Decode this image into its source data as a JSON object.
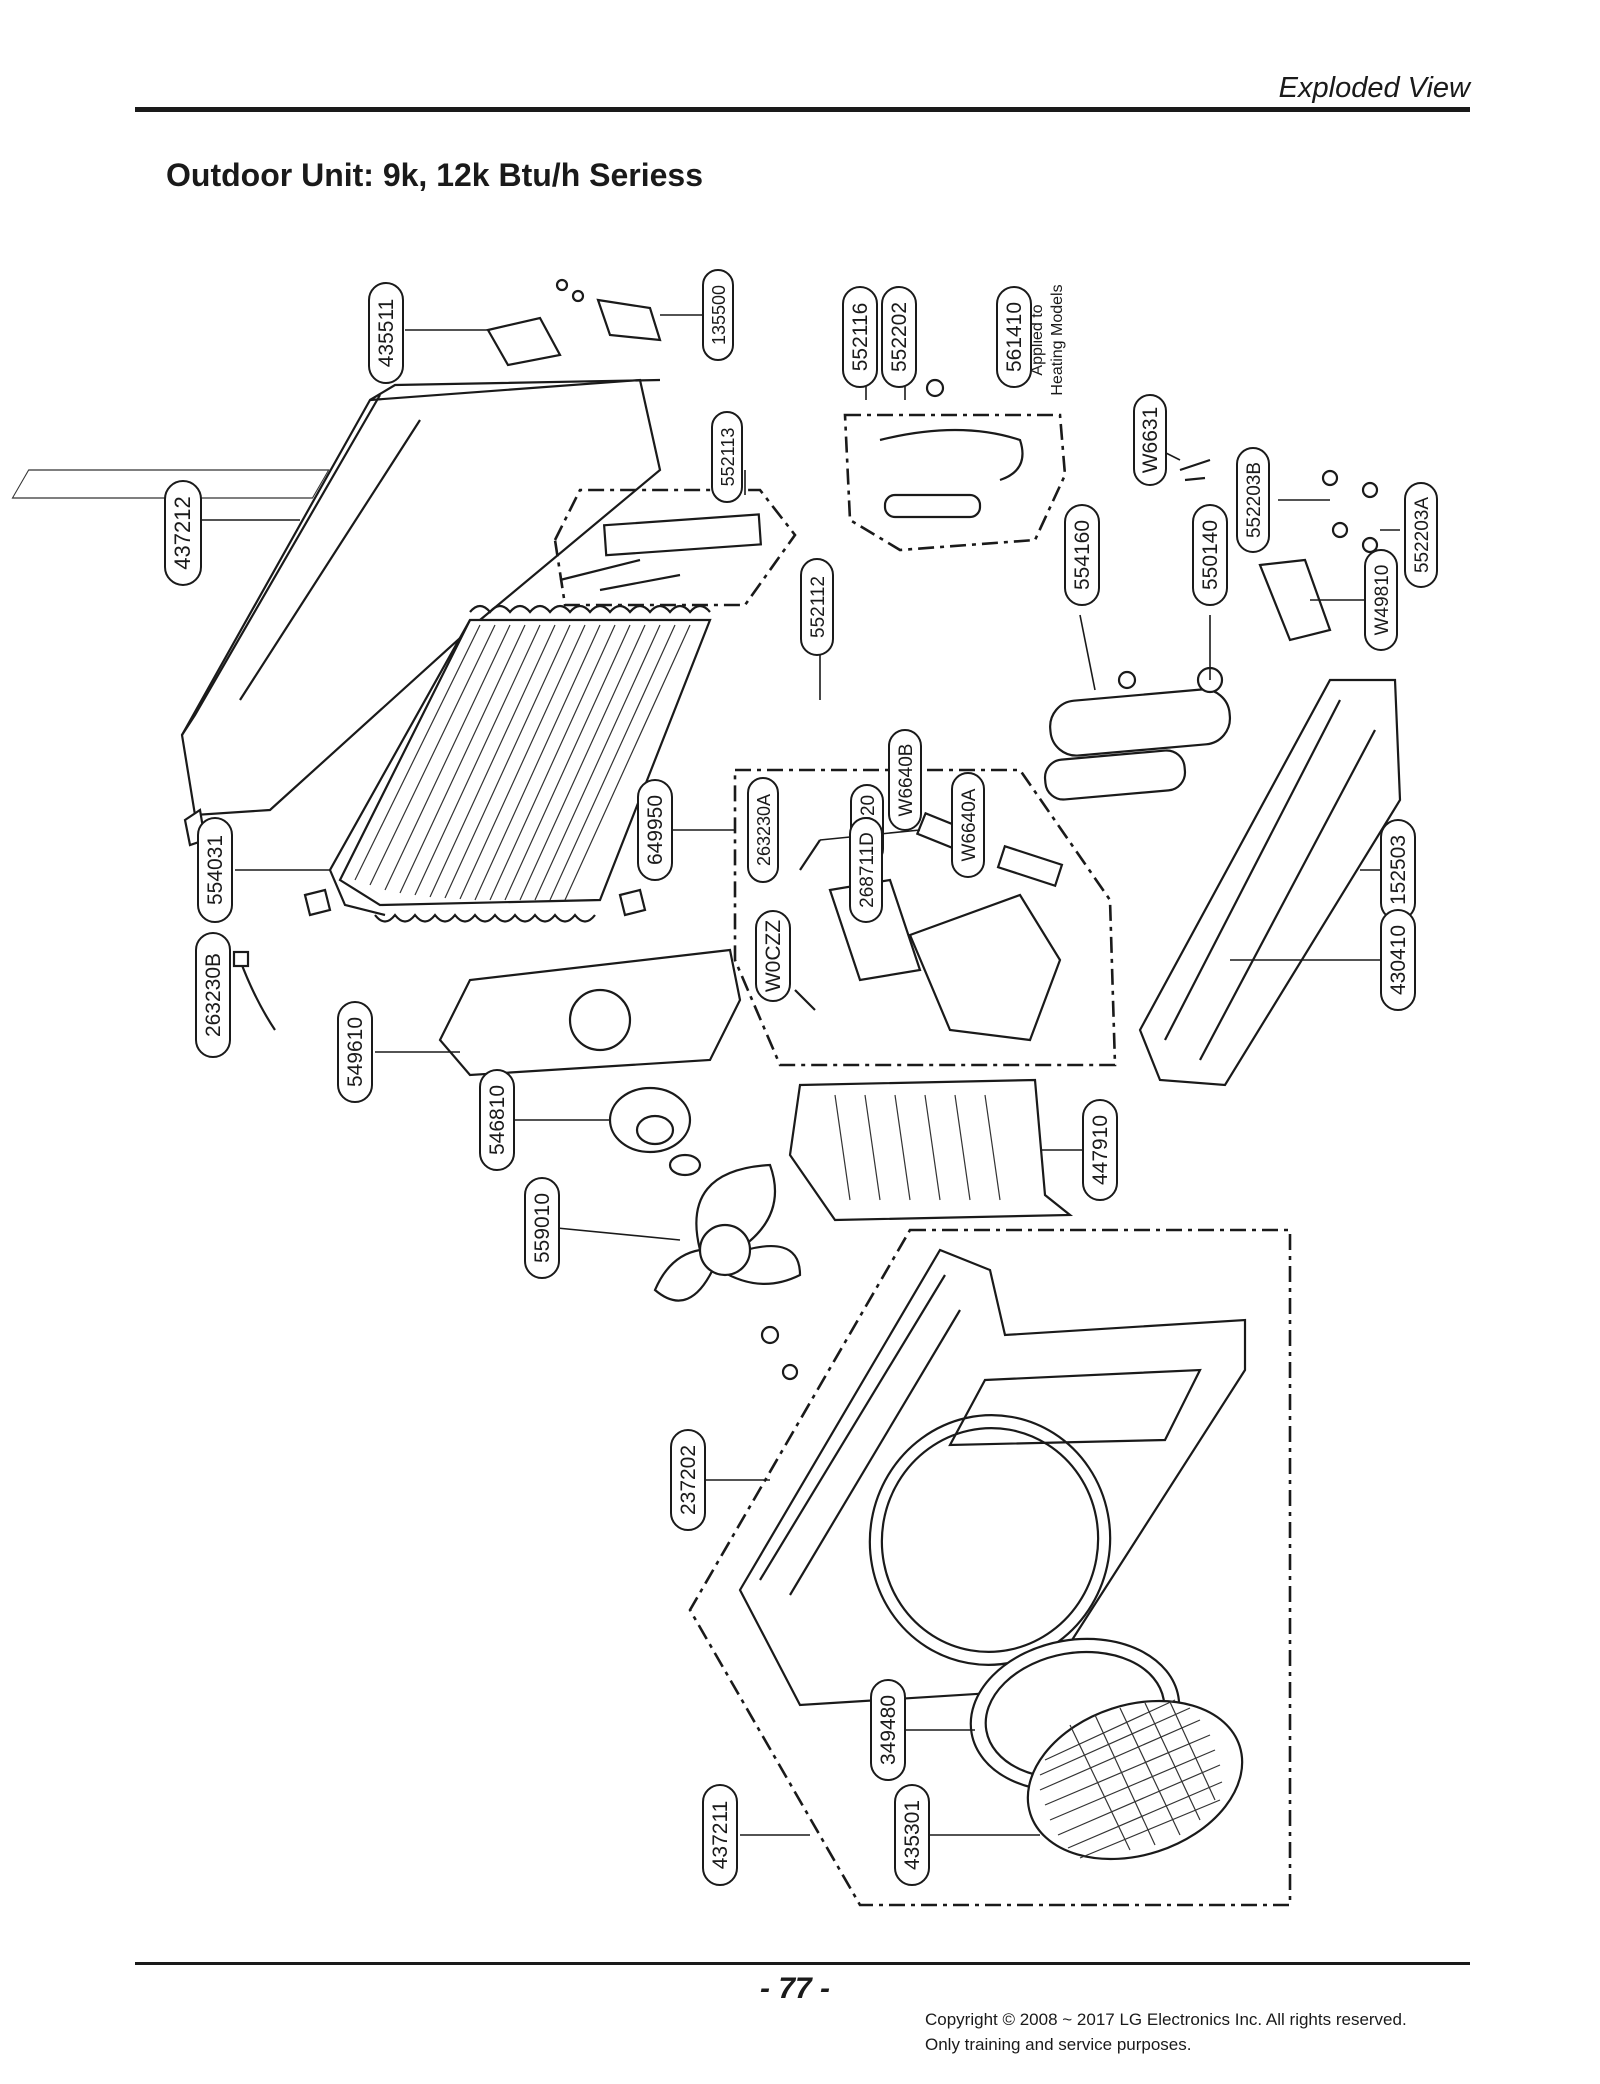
{
  "header": {
    "section": "Exploded View"
  },
  "title": "Outdoor Unit: 9k, 12k Btu/h Seriess",
  "footer": {
    "page_number": "- 77 -",
    "copyright_line1": "Copyright © 2008 ~ 2017 LG Electronics Inc. All rights reserved.",
    "copyright_line2": "Only training and service purposes."
  },
  "note": {
    "line1": "Applied to",
    "line2": "Heating Models"
  },
  "parts": [
    {
      "id": "435511",
      "label": "435511"
    },
    {
      "id": "135500",
      "label": "135500"
    },
    {
      "id": "552116",
      "label": "552116"
    },
    {
      "id": "552202",
      "label": "552202"
    },
    {
      "id": "561410",
      "label": "561410"
    },
    {
      "id": "437212",
      "label": "437212"
    },
    {
      "id": "552113",
      "label": "552113"
    },
    {
      "id": "W6631",
      "label": "W6631"
    },
    {
      "id": "552203B",
      "label": "552203B"
    },
    {
      "id": "552203A",
      "label": "552203A"
    },
    {
      "id": "554160",
      "label": "554160"
    },
    {
      "id": "550140",
      "label": "550140"
    },
    {
      "id": "W49810",
      "label": "W49810"
    },
    {
      "id": "552112",
      "label": "552112"
    },
    {
      "id": "W6640B",
      "label": "W6640B"
    },
    {
      "id": "263230A",
      "label": "263230A"
    },
    {
      "id": "W6920",
      "label": "W6920"
    },
    {
      "id": "W6640A",
      "label": "W6640A"
    },
    {
      "id": "649950",
      "label": "649950"
    },
    {
      "id": "268711D",
      "label": "268711D"
    },
    {
      "id": "152503",
      "label": "152503"
    },
    {
      "id": "554031",
      "label": "554031"
    },
    {
      "id": "W0CZZ",
      "label": "W0CZZ"
    },
    {
      "id": "430410",
      "label": "430410"
    },
    {
      "id": "263230B",
      "label": "263230B"
    },
    {
      "id": "549610",
      "label": "549610"
    },
    {
      "id": "546810",
      "label": "546810"
    },
    {
      "id": "447910",
      "label": "447910"
    },
    {
      "id": "559010",
      "label": "559010"
    },
    {
      "id": "237202",
      "label": "237202"
    },
    {
      "id": "349480",
      "label": "349480"
    },
    {
      "id": "437211",
      "label": "437211"
    },
    {
      "id": "435301",
      "label": "435301"
    }
  ]
}
